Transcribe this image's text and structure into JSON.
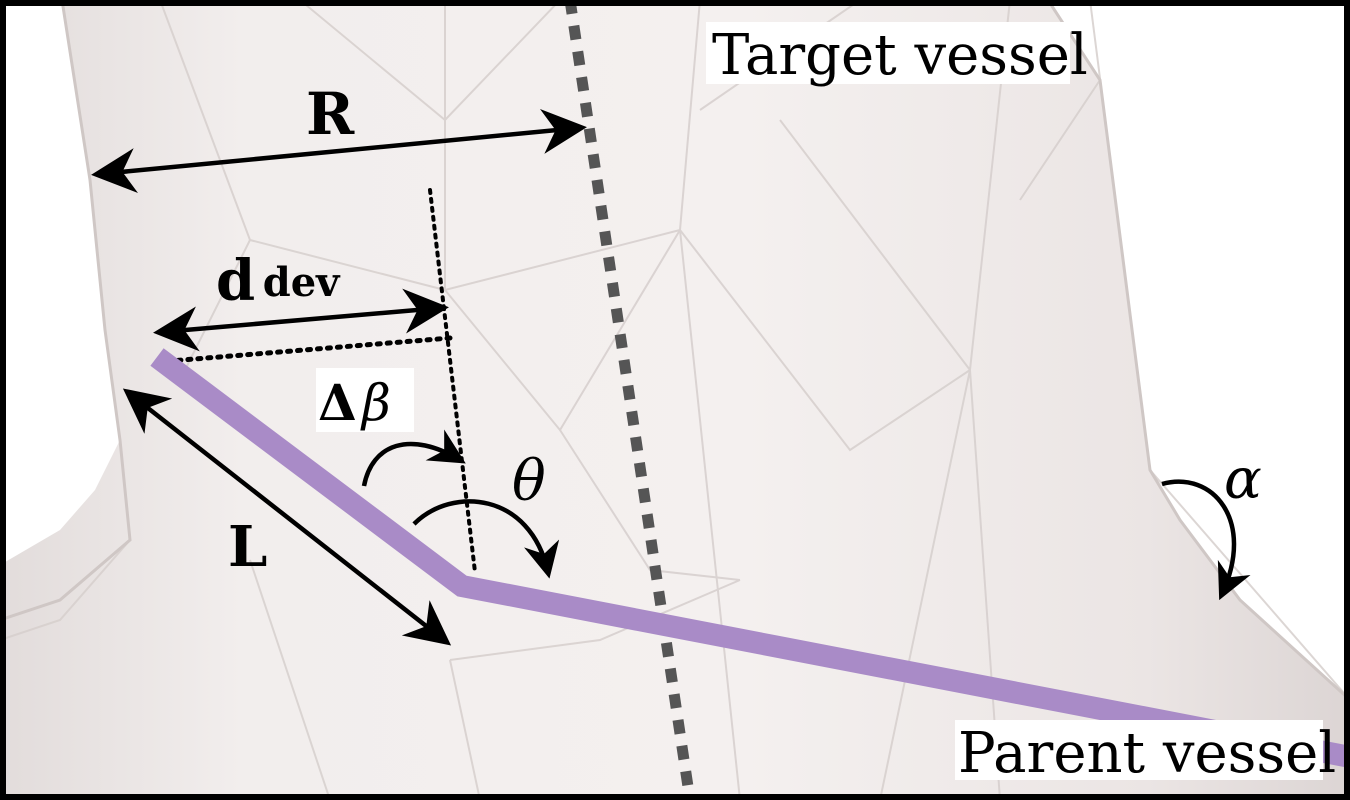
{
  "labels": {
    "target_vessel": "Target vessel",
    "parent_vessel": "Parent vessel",
    "radius": "R",
    "deviation_main": "d",
    "deviation_sub": "dev",
    "length": "L",
    "delta_beta_delta": "Δ",
    "delta_beta_beta": "β",
    "theta": "θ",
    "alpha": "α"
  },
  "colors": {
    "vessel_surface": "#f0ebea",
    "mesh_edge": "#d9d2d0",
    "device": "#a98bc7",
    "centerline": "#555555",
    "ink": "#000000",
    "frame": "#000000",
    "label_bg": "#ffffff"
  }
}
